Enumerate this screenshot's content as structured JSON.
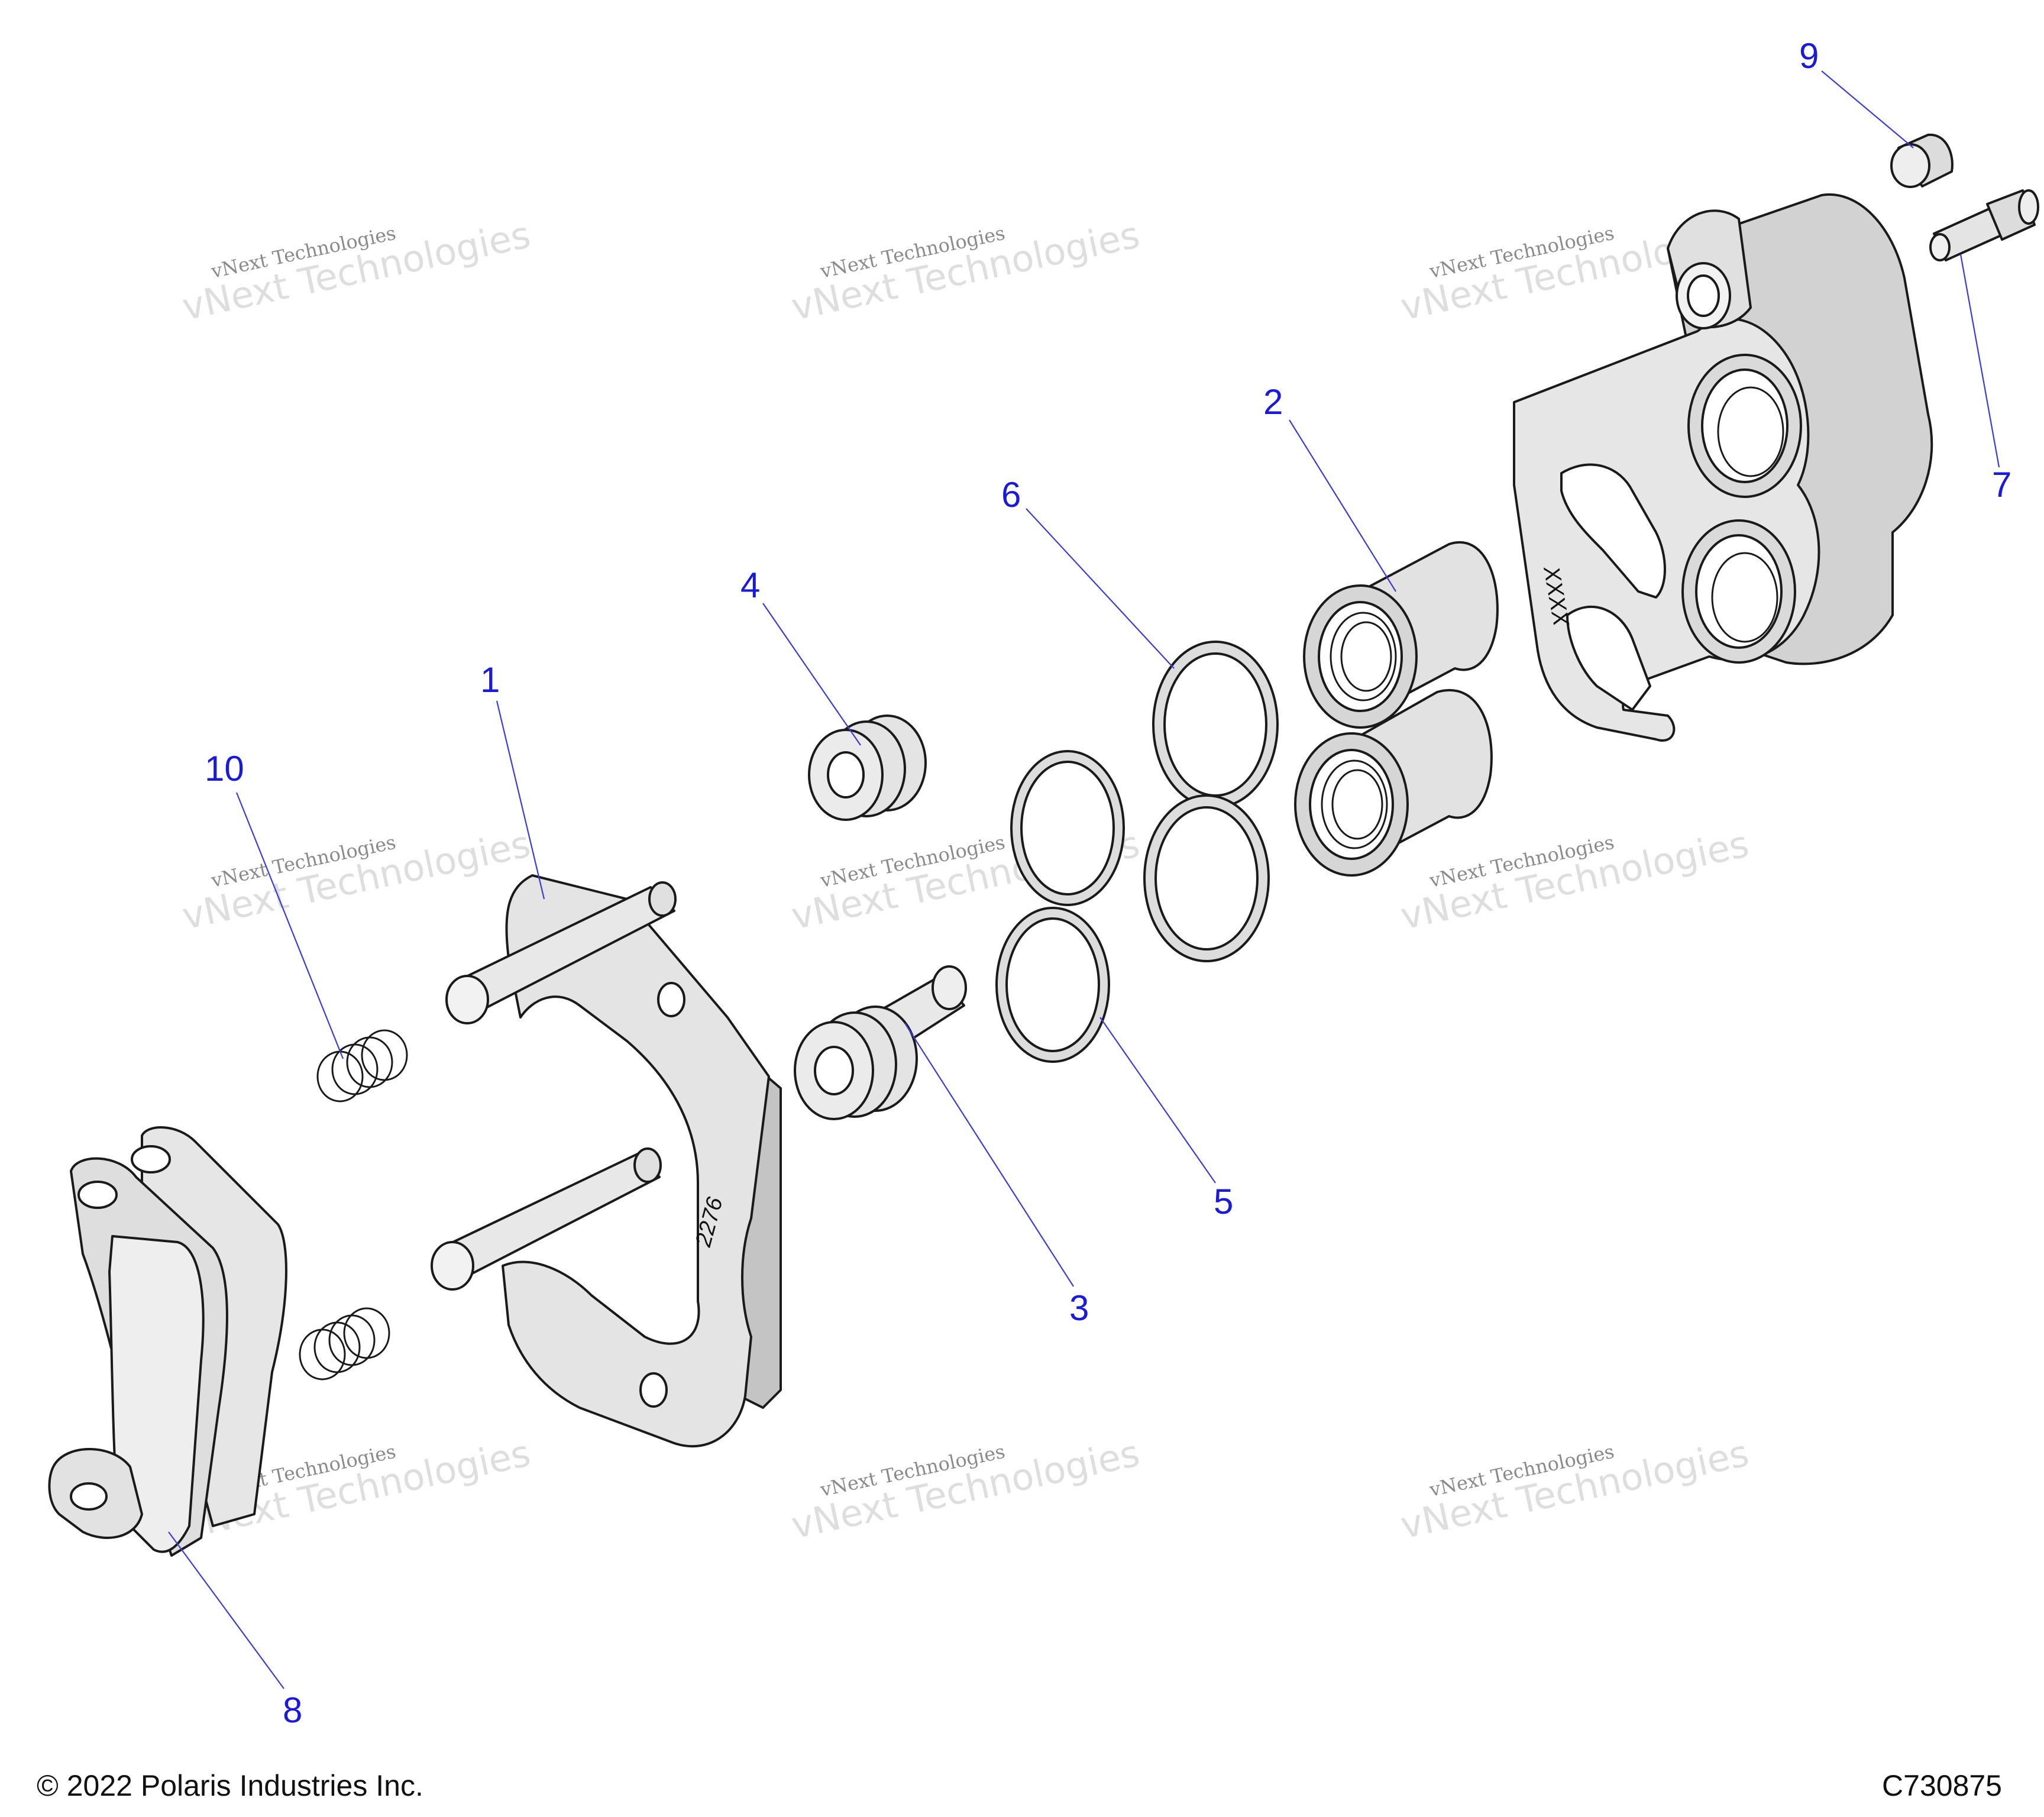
{
  "callouts": {
    "c1": "1",
    "c2": "2",
    "c3": "3",
    "c4": "4",
    "c5": "5",
    "c6": "6",
    "c7": "7",
    "c8": "8",
    "c9": "9",
    "c10": "10"
  },
  "watermark": {
    "small": "vNext Technologies",
    "large": "vNext Technologies"
  },
  "part_markings": {
    "bracket": "2276",
    "housing": "XXXX"
  },
  "footer": {
    "copyright": "© 2022 Polaris Industries Inc.",
    "figure_id": "C730875"
  },
  "colors": {
    "callout": "#1a1adb",
    "part_fill": "#e2e2e2",
    "part_shade": "#c4c4c4"
  }
}
